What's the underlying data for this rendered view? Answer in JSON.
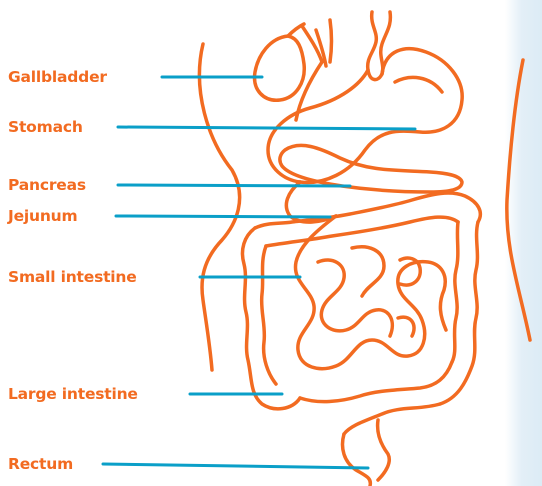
{
  "colors": {
    "organ_outline": "#f26b21",
    "label_text": "#f26b21",
    "leader_line": "#0a9fc8",
    "background": "#ffffff",
    "side_panel": "#dcebf5"
  },
  "labels": {
    "gallbladder": "Gallbladder",
    "stomach": "Stomach",
    "pancreas": "Pancreas",
    "jejunum": "Jejunum",
    "small_intestine": "Small intestine",
    "large_intestine": "Large intestine",
    "rectum": "Rectum"
  }
}
